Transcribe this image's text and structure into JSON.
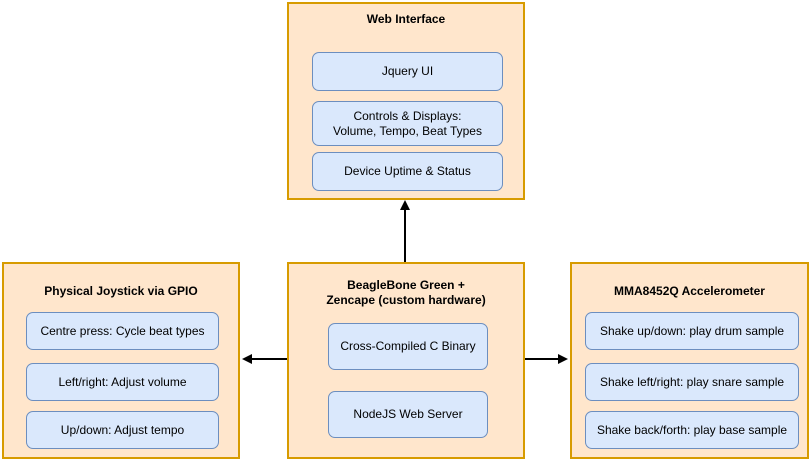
{
  "colors": {
    "group_fill": "#ffe6cc",
    "group_border": "#d79b00",
    "node_fill": "#dae8fc",
    "node_border": "#6c8ebf",
    "arrow": "#000000",
    "background": "#ffffff",
    "text": "#000000"
  },
  "groups": {
    "web_interface": {
      "title": "Web Interface",
      "nodes": [
        {
          "label": "Jquery UI"
        },
        {
          "label": "Controls & Displays:\nVolume, Tempo, Beat Types"
        },
        {
          "label": "Device Uptime & Status"
        }
      ]
    },
    "joystick": {
      "title": "Physical Joystick via GPIO",
      "nodes": [
        {
          "label": "Centre press: Cycle beat types"
        },
        {
          "label": "Left/right: Adjust volume"
        },
        {
          "label": "Up/down: Adjust tempo"
        }
      ]
    },
    "beaglebone": {
      "title": "BeagleBone Green +\nZencape (custom hardware)",
      "nodes": [
        {
          "label": "Cross-Compiled C Binary"
        },
        {
          "label": "NodeJS Web Server"
        }
      ]
    },
    "accelerometer": {
      "title": "MMA8452Q Accelerometer",
      "nodes": [
        {
          "label": "Shake up/down: play drum sample"
        },
        {
          "label": "Shake left/right: play snare sample"
        },
        {
          "label": "Shake back/forth: play base sample"
        }
      ]
    }
  },
  "edges": [
    {
      "from": "beaglebone",
      "to": "web_interface",
      "direction": "up"
    },
    {
      "from": "beaglebone",
      "to": "joystick",
      "direction": "left"
    },
    {
      "from": "beaglebone",
      "to": "accelerometer",
      "direction": "right"
    }
  ]
}
